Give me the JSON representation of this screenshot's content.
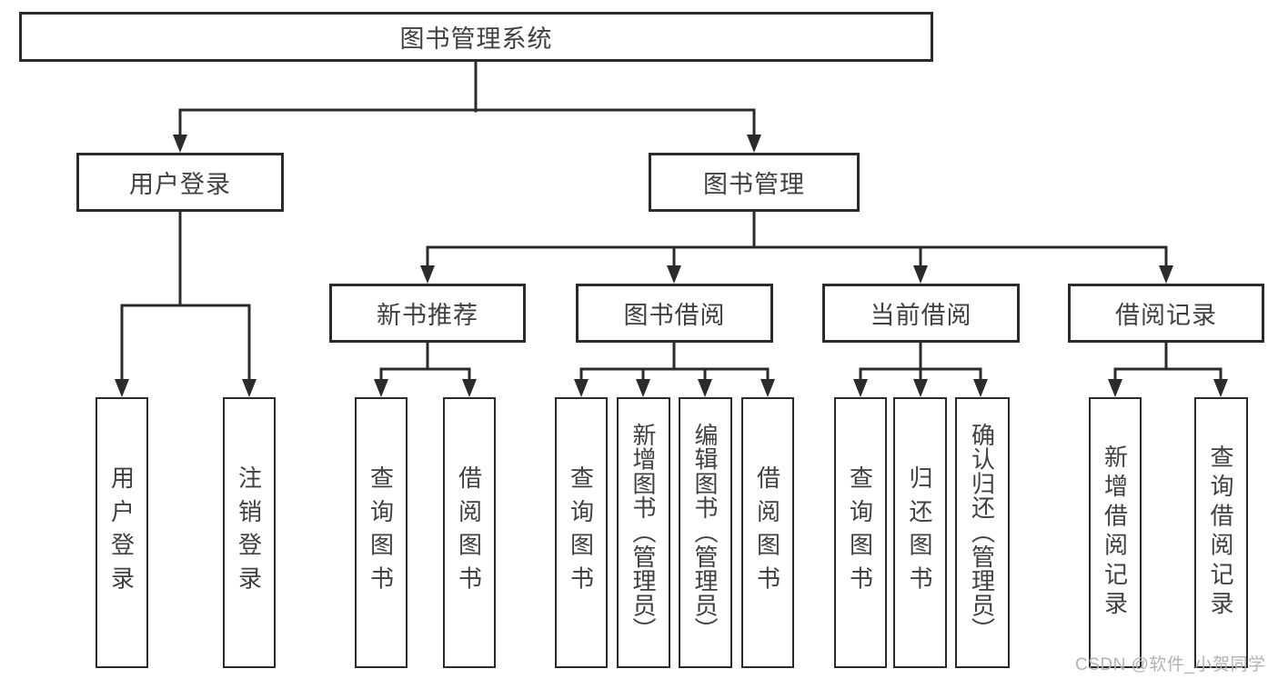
{
  "diagram": {
    "title": "图书管理系统",
    "colors": {
      "line": "#2b2b2b",
      "box_border": "#2b2b2b",
      "text": "#404040",
      "background": "#ffffff",
      "watermark": "#b3b3b3"
    },
    "nodes": {
      "root": {
        "label": "图书管理系统"
      },
      "user_login": {
        "label": "用户登录"
      },
      "book_mgmt": {
        "label": "图书管理"
      },
      "new_rec": {
        "label": "新书推荐"
      },
      "book_borrow": {
        "label": "图书借阅"
      },
      "cur_borrow": {
        "label": "当前借阅"
      },
      "borrow_rec": {
        "label": "借阅记录"
      },
      "leaf_user_login": {
        "label": "用户登录"
      },
      "leaf_logout": {
        "label": "注销登录"
      },
      "leaf_rec_query": {
        "label": "查询图书"
      },
      "leaf_rec_borrow": {
        "label": "借阅图书"
      },
      "leaf_bb_query": {
        "label": "查询图书"
      },
      "leaf_bb_add": {
        "label": "新增图书（管理员）"
      },
      "leaf_bb_edit": {
        "label": "编辑图书（管理员）"
      },
      "leaf_bb_borrow": {
        "label": "借阅图书"
      },
      "leaf_cb_query": {
        "label": "查询图书"
      },
      "leaf_cb_return": {
        "label": "归还图书"
      },
      "leaf_cb_confirm": {
        "label": "确认归还（管理员）"
      },
      "leaf_br_add": {
        "label": "新增借阅记录"
      },
      "leaf_br_query": {
        "label": "查询借阅记录"
      }
    },
    "edges": [
      "图书管理系统→用户登录",
      "图书管理系统→图书管理",
      "用户登录→用户登录",
      "用户登录→注销登录",
      "图书管理→新书推荐",
      "图书管理→图书借阅",
      "图书管理→当前借阅",
      "图书管理→借阅记录",
      "新书推荐→查询图书",
      "新书推荐→借阅图书",
      "图书借阅→查询图书",
      "图书借阅→新增图书（管理员）",
      "图书借阅→编辑图书（管理员）",
      "图书借阅→借阅图书",
      "当前借阅→查询图书",
      "当前借阅→归还图书",
      "当前借阅→确认归还（管理员）",
      "借阅记录→新增借阅记录",
      "借阅记录→查询借阅记录"
    ]
  },
  "watermark": {
    "text": "CSDN @软件_小贺同学"
  }
}
